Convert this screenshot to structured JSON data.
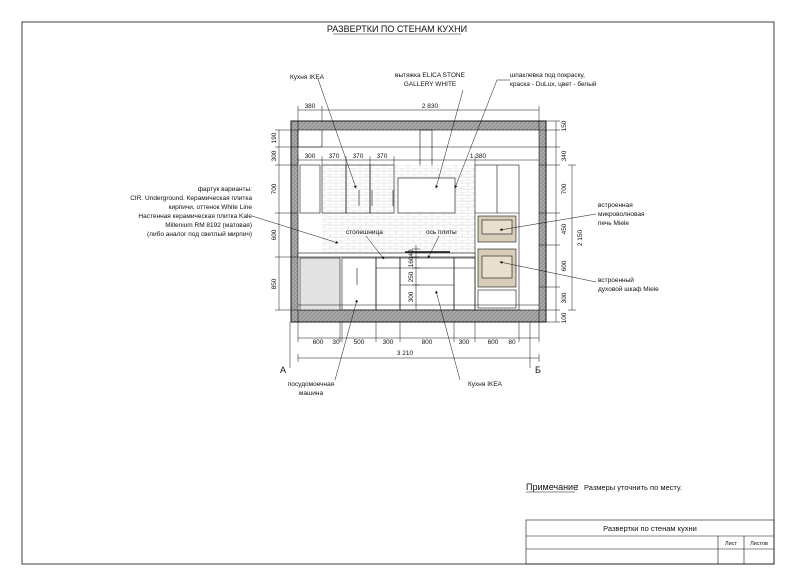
{
  "title": "РАЗВЕРТКИ ПО СТЕНАМ КУХНИ",
  "labels": {
    "kitchen_top": "Кухня IKEA",
    "hood_line1": "вытяжка ELICA STONE",
    "hood_line2": "GALLERY WHITE",
    "putty_line1": "шпаклевка под покраску,",
    "putty_line2": "краска - DuLux, цвет - белый",
    "apron_1": "фартук варианты:",
    "apron_2": "CIR. Underground. Керамическая плитка",
    "apron_3": "кирпичи, оттенок White Line",
    "apron_4": "Настенная керамическая плитка Kale",
    "apron_5": "Millenium RM 8192 (матовая)",
    "apron_6": "(либо аналог под светлый мирпич)",
    "countertop": "столешница",
    "hob_axis": "ось плиты",
    "mw_1": "встроенная",
    "mw_2": "микроволновая",
    "mw_3": "печь Miele",
    "oven_1": "встроенный",
    "oven_2": "духовой шкаф Miele",
    "dish_1": "посудомоечная",
    "dish_2": "машина",
    "kitchen_bottom": "Кухня IKEA",
    "point_a": "А",
    "point_b": "Б"
  },
  "dims": {
    "top_1": "380",
    "top_2": "2 830",
    "upper_1": "300",
    "upper_2": "370",
    "upper_3": "370",
    "upper_4": "370",
    "upper_5": "1 380",
    "left_1": "190",
    "left_2": "300",
    "left_3": "700",
    "left_4": "600",
    "left_5": "850",
    "right_1": "150",
    "right_2": "340",
    "right_3": "700",
    "right_4": "450",
    "right_5": "600",
    "right_6": "300",
    "right_7": "100",
    "right_total": "2 150",
    "mid_1": "40",
    "mid_2": "160",
    "mid_3": "250",
    "mid_4": "300",
    "bottom_1": "600",
    "bottom_2": "30",
    "bottom_3": "500",
    "bottom_4": "300",
    "bottom_5": "800",
    "bottom_6": "300",
    "bottom_7": "600",
    "bottom_8": "80",
    "bottom_total": "3 210"
  },
  "note": {
    "label": "Примечание",
    "text": "Размеры уточнить по месту."
  },
  "title_block": {
    "name": "Развертки по стенам кухни",
    "sheet": "Лист",
    "sheets": "Листов"
  },
  "colors": {
    "line": "#111111",
    "appliance_fill": "#d8cdb8",
    "wall_fill": "#9a9a9a",
    "dishwasher_fill": "#e2e2e2"
  }
}
